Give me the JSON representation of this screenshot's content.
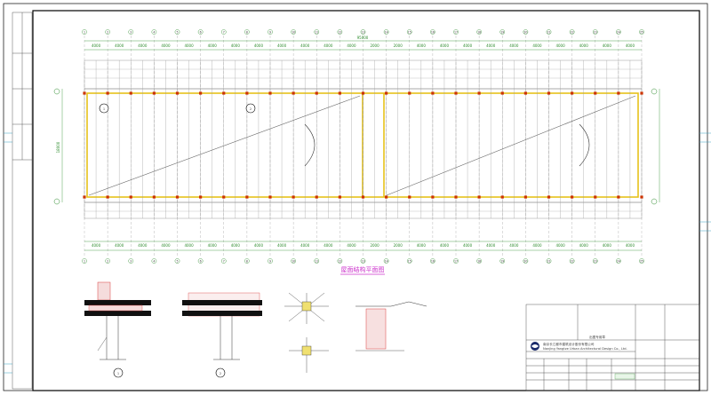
{
  "drawing": {
    "plan_title": "屋面结构平面图",
    "overall_dimension": "95000",
    "span_dimension_left": "18000",
    "bay_labels_top": [
      "4000",
      "4000",
      "4000",
      "4000",
      "4000",
      "4000",
      "4000",
      "4000",
      "4000",
      "4000",
      "4000",
      "4000",
      "2000",
      "2000",
      "4000",
      "4000",
      "4000",
      "4000",
      "4000",
      "4000",
      "4000",
      "4000",
      "4000",
      "4000"
    ],
    "axis_numbers": [
      "1",
      "2",
      "3",
      "4",
      "5",
      "6",
      "7",
      "8",
      "9",
      "10",
      "11",
      "12",
      "13",
      "14",
      "15",
      "16",
      "17",
      "18",
      "19",
      "20",
      "21",
      "22",
      "23",
      "24",
      "25"
    ],
    "section_markers": [
      "1",
      "2"
    ],
    "detail_callouts": [
      "1",
      "2"
    ],
    "company_name_cn": "南京长江都市建筑设计股份有限公司",
    "company_name_en": "Nanjing Yangtze Urban Architectural Design Co., Ltd.",
    "stamp_label": "出图专用章"
  },
  "colors": {
    "frame": "#000000",
    "gridline": "#8a8a8a",
    "beam": "#e6c21a",
    "purlin": "#9a9a9a",
    "column": "#cc3300",
    "dimension": "#2a8a2a",
    "annotation": "#cc44cc",
    "concrete": "#d94040"
  }
}
